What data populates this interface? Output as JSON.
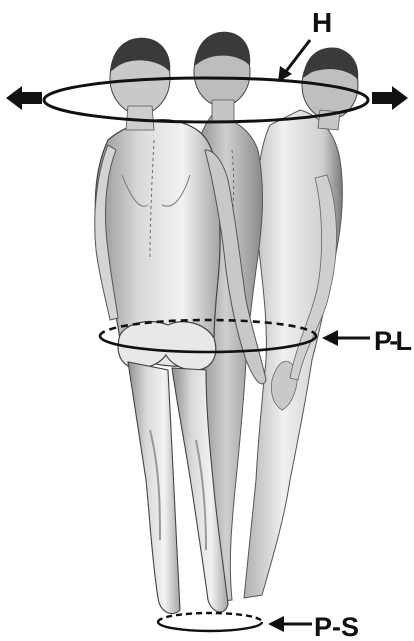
{
  "labels": {
    "head": "H",
    "pelvis": "P-L",
    "feet": "P-S"
  },
  "icons": {
    "left_arrow": "arrow-left-icon",
    "right_arrow": "arrow-right-icon",
    "pointer_arrow": "arrow-pointer-icon"
  },
  "colors": {
    "ink": "#111111",
    "skin_light": "#e9e9e9",
    "skin_mid": "#bdbdbd",
    "skin_dark": "#8a8a8a",
    "hair": "#3a3a3a"
  }
}
